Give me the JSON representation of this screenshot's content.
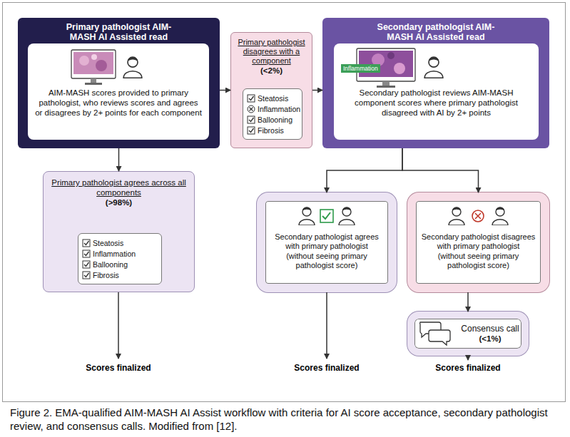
{
  "diagram": {
    "caption": "Figure 2. EMA-qualified AIM-MASH AI Assist workflow with criteria for AI score acceptance, secondary pathologist review, and consensus calls. Modified from [12].",
    "nodes": [
      {
        "text": [
          "Primary pathologist AIM-MASH AI Assisted read"
        ]
      },
      {
        "text": [
          "AIM-MASH scores provided to primary pathologist, who reviews scores and agrees or disagrees by 2+ points for each component"
        ],
        "in": 0
      },
      {
        "text": [
          "Primary pathologist disagrees with a component",
          "(<2%)"
        ]
      },
      {
        "text": [
          "Steatosis",
          "Inflammation",
          "Ballooning",
          "Fibrosis"
        ],
        "in": 2
      },
      {
        "text": [
          "Secondary pathologist AIM-MASH AI Assisted read"
        ]
      },
      {
        "text": [
          "Secondary pathologist reviews AIM-MASH component scores where primary pathologist disagreed with AI by 2+ points"
        ],
        "in": 4
      },
      {
        "text": [
          "Primary pathologist agrees across all components",
          "(>98%)"
        ]
      },
      {
        "text": [
          "Steatosis",
          "Inflammation",
          "Ballooning",
          "Fibrosis"
        ],
        "in": 6
      },
      {
        "text": [
          "Secondary pathologist agrees with primary pathologist",
          "(without seeing primary pathologist score)"
        ]
      },
      {
        "text": [
          "Secondary pathologist disagrees with primary pathologist",
          "(without seeing primary pathologist score)"
        ]
      },
      {
        "text": [
          "Consensus call",
          "(<1%)"
        ]
      }
    ],
    "edges": [
      {
        "from": 0,
        "to": 2,
        "arrow": "to"
      },
      {
        "from": 2,
        "to": 4,
        "arrow": "to"
      },
      {
        "from": 0,
        "to": 6,
        "arrow": "to"
      },
      {
        "from": 4,
        "to": 8,
        "arrow": "to"
      },
      {
        "from": 4,
        "to": 9,
        "arrow": "to"
      },
      {
        "from": 9,
        "to": 10,
        "arrow": "to"
      }
    ],
    "labels": [
      "Inflammation",
      "Scores finalized",
      "Scores finalized",
      "Scores finalized"
    ]
  }
}
